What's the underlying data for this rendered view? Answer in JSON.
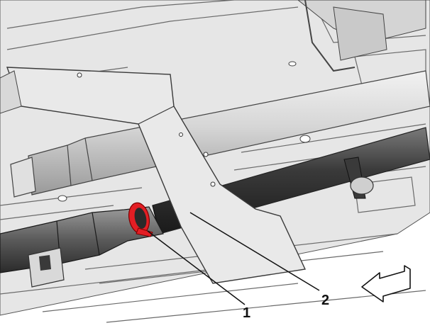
{
  "callouts": [
    {
      "id": "1",
      "label": "1"
    },
    {
      "id": "2",
      "label": "2"
    }
  ],
  "colors": {
    "frame_light": "#e9e9e9",
    "frame_mid": "#cfcfcf",
    "frame_dark": "#8f8f8f",
    "outline": "#3a3a3a",
    "pipe_light": "#d9d9d9",
    "pipe_dark": "#2e2e2e",
    "clamp": "#e31e24"
  },
  "icons": {
    "direction_arrow": "front-direction-arrow-icon"
  }
}
